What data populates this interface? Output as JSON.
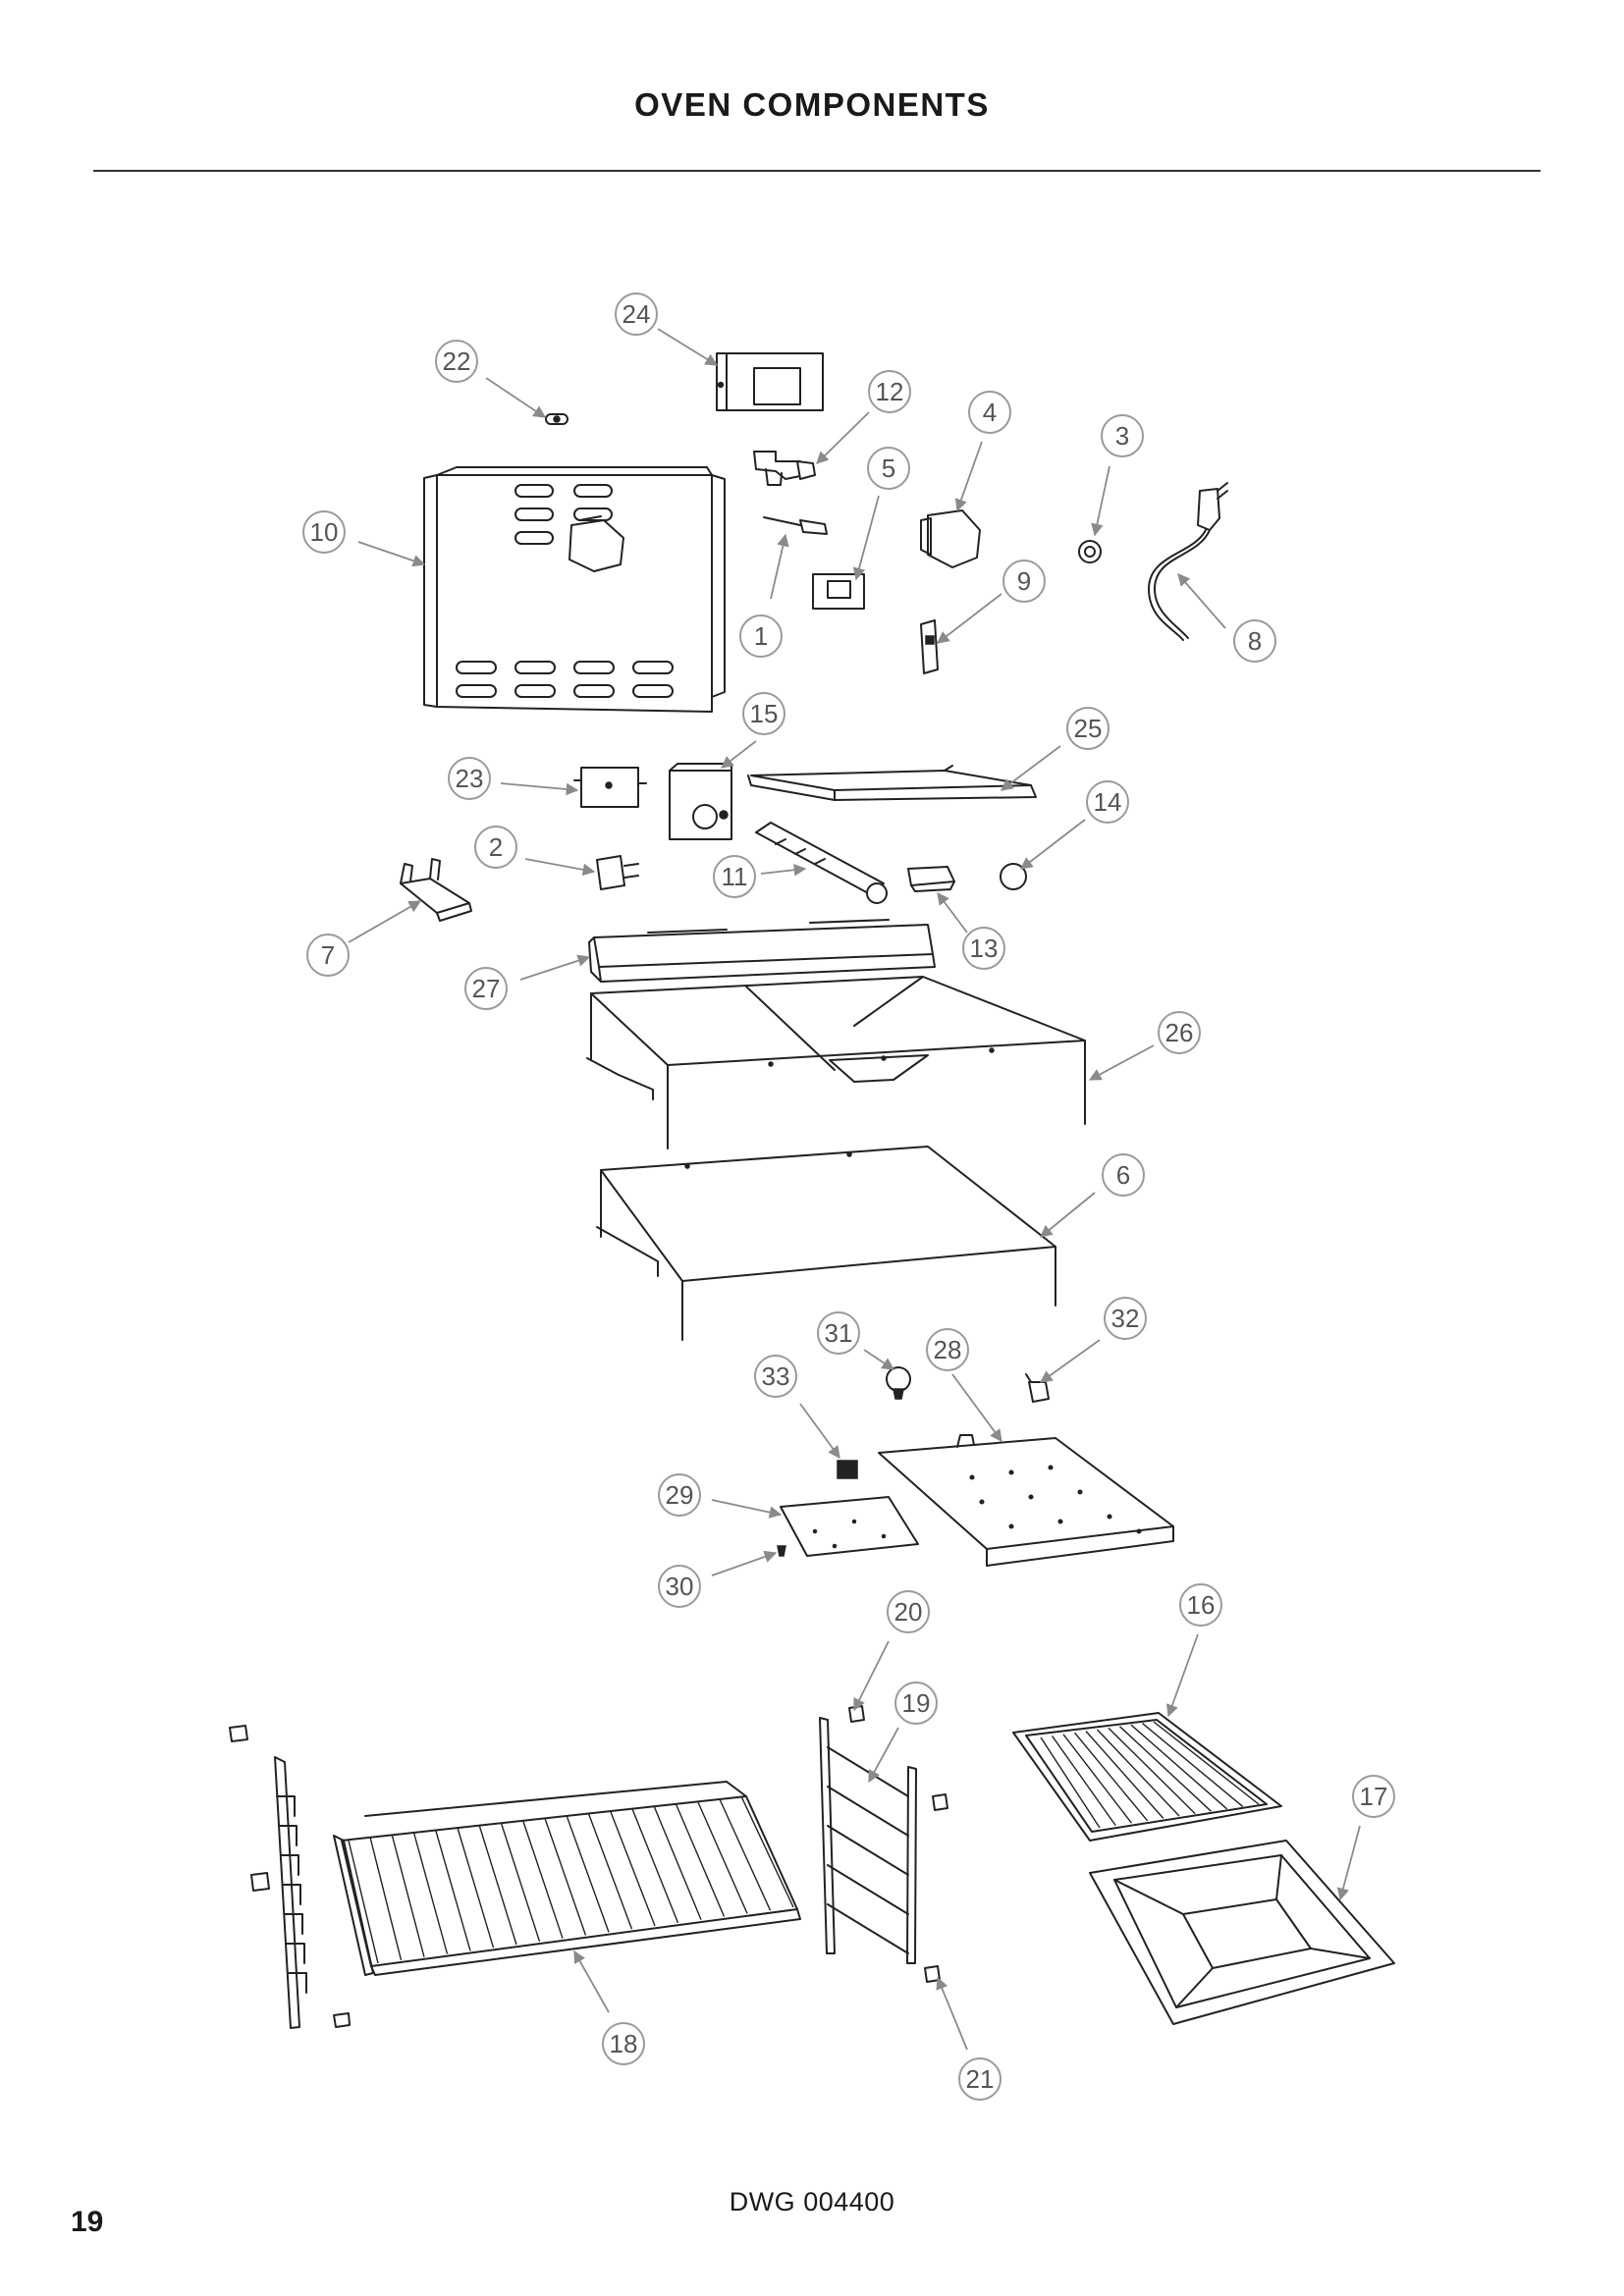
{
  "header": {
    "title": "OVEN COMPONENTS"
  },
  "footer": {
    "drawing_number": "DWG 004400",
    "page_number": "19"
  },
  "callouts": [
    "1",
    "2",
    "3",
    "4",
    "5",
    "6",
    "7",
    "8",
    "9",
    "10",
    "11",
    "12",
    "13",
    "14",
    "15",
    "16",
    "17",
    "18",
    "19",
    "20",
    "21",
    "22",
    "23",
    "24",
    "25",
    "26",
    "27",
    "28",
    "29",
    "30",
    "31",
    "32",
    "33"
  ]
}
